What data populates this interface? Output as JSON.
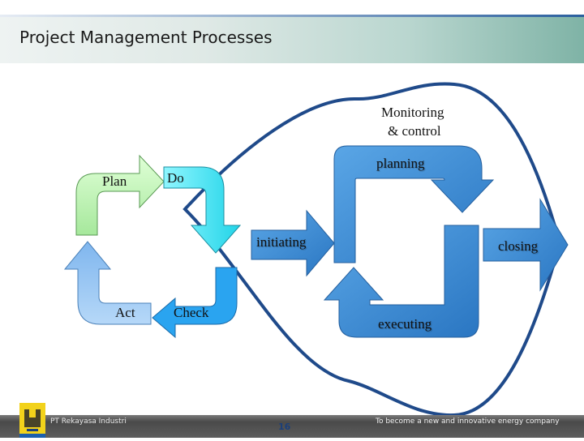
{
  "header": {
    "title": "Project Management Processes"
  },
  "pdca": {
    "plan": "Plan",
    "do": "Do",
    "check": "Check",
    "act": "Act"
  },
  "pm_cycle": {
    "monitoring": "Monitoring & control",
    "monitoring_line1": "Monitoring",
    "monitoring_line2": "& control",
    "planning": "planning",
    "initiating": "initiating",
    "executing": "executing",
    "closing": "closing"
  },
  "footer": {
    "company": "PT Rekayasa Industri",
    "page_number": "16",
    "tagline": "To become a new and innovative energy company"
  },
  "colors": {
    "plan": "#b8f0b0",
    "do": "#48e6f2",
    "check": "#2aa4f0",
    "act": "#93c2f2",
    "pm_arrows": "#3a8ad2",
    "outline": "#1f4a8a"
  }
}
